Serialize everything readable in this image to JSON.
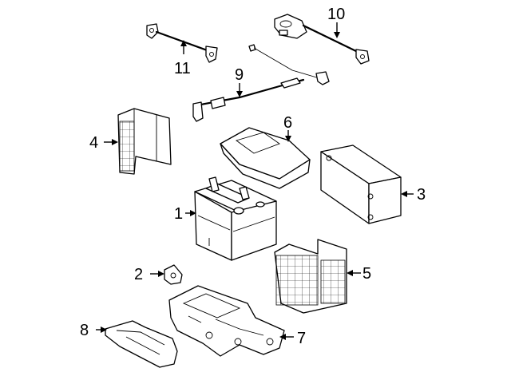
{
  "diagram": {
    "callouts": [
      {
        "id": "c1",
        "label": "1"
      },
      {
        "id": "c2",
        "label": "2"
      },
      {
        "id": "c3",
        "label": "3"
      },
      {
        "id": "c4",
        "label": "4"
      },
      {
        "id": "c5",
        "label": "5"
      },
      {
        "id": "c6",
        "label": "6"
      },
      {
        "id": "c7",
        "label": "7"
      },
      {
        "id": "c8",
        "label": "8"
      },
      {
        "id": "c9",
        "label": "9"
      },
      {
        "id": "c10",
        "label": "10"
      },
      {
        "id": "c11",
        "label": "11"
      }
    ],
    "colors": {
      "line": "#000000",
      "background": "#ffffff"
    }
  }
}
